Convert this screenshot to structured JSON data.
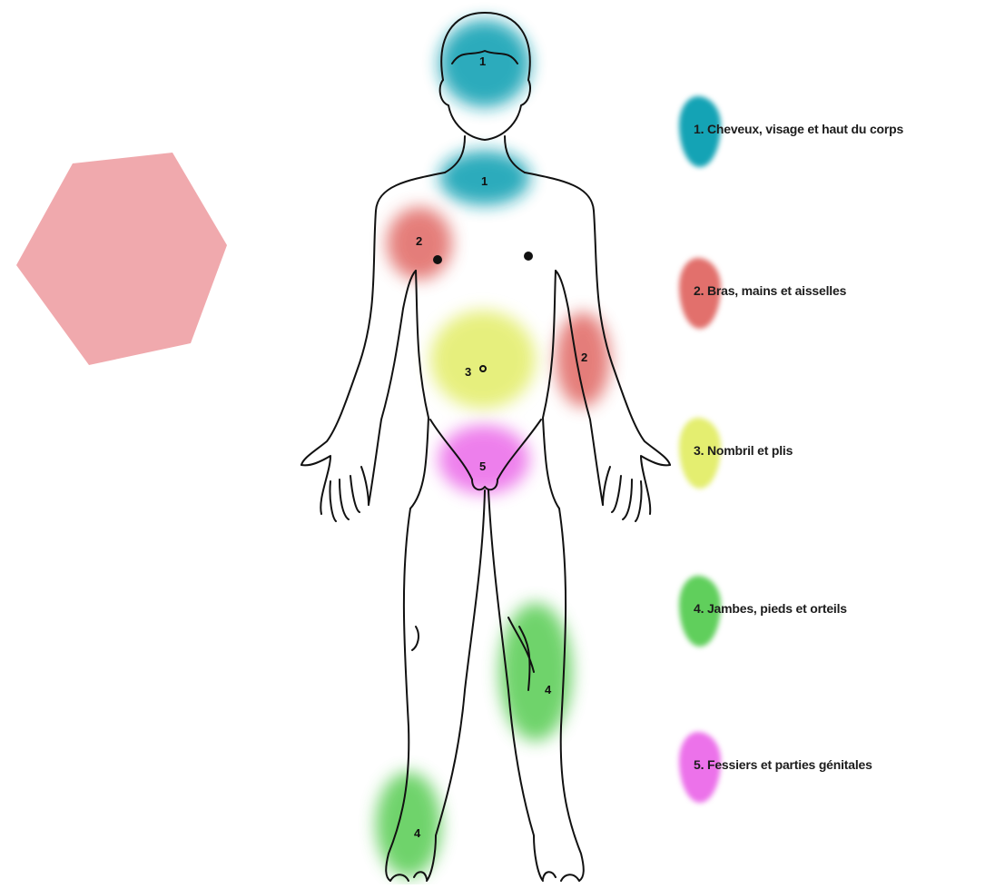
{
  "zones": [
    {
      "id": "1",
      "label": "1. Cheveux, visage et haut du corps",
      "color": "#14a3b5"
    },
    {
      "id": "2",
      "label": "2. Bras, mains et aisselles",
      "color": "#e2706c"
    },
    {
      "id": "3",
      "label": "3. Nombril et plis",
      "color": "#e4ee70"
    },
    {
      "id": "4",
      "label": "4. Jambes, pieds et orteils",
      "color": "#60cf5c"
    },
    {
      "id": "5",
      "label": "5. Fessiers et parties génitales",
      "color": "#ec72ea"
    }
  ],
  "figure_markers": {
    "head": "1",
    "neck": "1",
    "left_armpit": "2",
    "right_arm": "2",
    "navel": "3",
    "groin": "5",
    "right_knee": "4",
    "left_foot": "4"
  },
  "decoration": {
    "hexagon_color": "#f0a9ad"
  }
}
